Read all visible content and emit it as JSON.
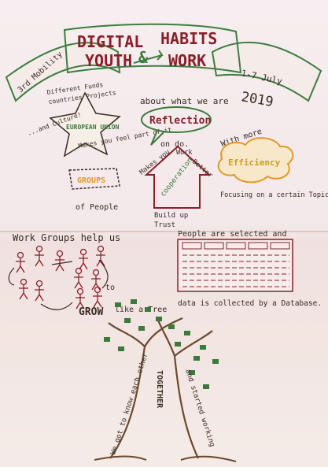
{
  "title": {
    "line1a": "DIGITAL",
    "line1b": "HABITS",
    "line2a": "YOUTH",
    "amp": "&",
    "line2b": "WORK"
  },
  "banner": {
    "left": "3rd Mobility",
    "right_date": "1-7 July",
    "right_year": "2019"
  },
  "europe": {
    "top1": "Different Funds",
    "top2": "countries Projects",
    "culture": "...and Culture!",
    "star_label": "EUROPEAN UNION",
    "part_of": "Makes you feel part of it",
    "groups": "GROUPS",
    "people": "of People"
  },
  "reflection": {
    "about": "about what we are",
    "bubble": "Reflection",
    "on_do": "on do.",
    "with_more": "With more",
    "efficiency": "Efficiency",
    "focusing": "Focusing on a certain Topic"
  },
  "arrow": {
    "makes_you": "Makes you",
    "work": "Work",
    "better": "Better",
    "cooperation": "cooperation",
    "build": "Build up",
    "trust": "Trust"
  },
  "groups_section": {
    "title": "Work Groups help us",
    "to": "to",
    "grow": "GROW",
    "like": "like a Tree"
  },
  "database": {
    "title": "People are selected and",
    "caption": "data is collected by a Database."
  },
  "tree": {
    "left": "We got to know each other",
    "center": "TOGETHER",
    "right": "and started working"
  },
  "colors": {
    "ink": "#3a2a22",
    "red": "#8a1f2a",
    "green": "#3c7a3c",
    "orange": "#e09a2a",
    "brown": "#6b4a2e"
  }
}
